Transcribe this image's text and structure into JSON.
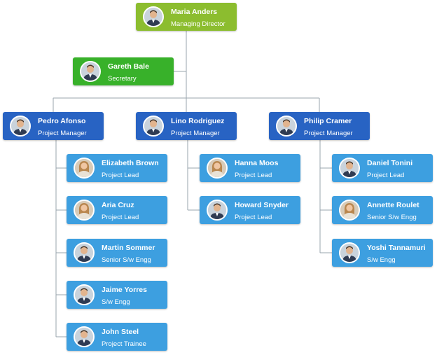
{
  "colors": {
    "director": "#8cbd2f",
    "secretary": "#38b12a",
    "manager": "#2863c3",
    "staff": "#3d9fe0",
    "connector": "#9aa4ae"
  },
  "nodes": [
    {
      "id": "maria",
      "name": "Maria Anders",
      "title": "Managing Director",
      "role": "director",
      "parent": null,
      "icon": "man-avatar-icon"
    },
    {
      "id": "gareth",
      "name": "Gareth Bale",
      "title": "Secretary",
      "role": "secretary",
      "parent": "maria",
      "icon": "man-avatar-icon"
    },
    {
      "id": "pedro",
      "name": "Pedro Afonso",
      "title": "Project Manager",
      "role": "manager",
      "parent": "maria",
      "icon": "man-avatar-icon"
    },
    {
      "id": "lino",
      "name": "Lino Rodriguez",
      "title": "Project Manager",
      "role": "manager",
      "parent": "maria",
      "icon": "man-avatar-icon"
    },
    {
      "id": "philip",
      "name": "Philip Cramer",
      "title": "Project Manager",
      "role": "manager",
      "parent": "maria",
      "icon": "man-avatar-icon"
    },
    {
      "id": "elizabeth",
      "name": "Elizabeth Brown",
      "title": "Project Lead",
      "role": "staff",
      "parent": "pedro",
      "icon": "woman-avatar-icon"
    },
    {
      "id": "aria",
      "name": "Aria Cruz",
      "title": "Project Lead",
      "role": "staff",
      "parent": "pedro",
      "icon": "woman-avatar-icon"
    },
    {
      "id": "martin",
      "name": "Martin Sommer",
      "title": "Senior S/w Engg",
      "role": "staff",
      "parent": "pedro",
      "icon": "man-avatar-icon"
    },
    {
      "id": "jaime",
      "name": "Jaime Yorres",
      "title": "S/w Engg",
      "role": "staff",
      "parent": "pedro",
      "icon": "man-avatar-icon"
    },
    {
      "id": "john",
      "name": "John Steel",
      "title": "Project Trainee",
      "role": "staff",
      "parent": "pedro",
      "icon": "man-avatar-icon"
    },
    {
      "id": "hanna",
      "name": "Hanna Moos",
      "title": "Project Lead",
      "role": "staff",
      "parent": "lino",
      "icon": "woman-avatar-icon"
    },
    {
      "id": "howard",
      "name": "Howard Snyder",
      "title": "Project Lead",
      "role": "staff",
      "parent": "lino",
      "icon": "man-avatar-icon"
    },
    {
      "id": "daniel",
      "name": "Daniel Tonini",
      "title": "Project Lead",
      "role": "staff",
      "parent": "philip",
      "icon": "man-avatar-icon"
    },
    {
      "id": "annette",
      "name": "Annette Roulet",
      "title": "Senior S/w Engg",
      "role": "staff",
      "parent": "philip",
      "icon": "woman-avatar-icon"
    },
    {
      "id": "yoshi",
      "name": "Yoshi Tannamuri",
      "title": "S/w Engg",
      "role": "staff",
      "parent": "philip",
      "icon": "man-avatar-icon"
    }
  ]
}
